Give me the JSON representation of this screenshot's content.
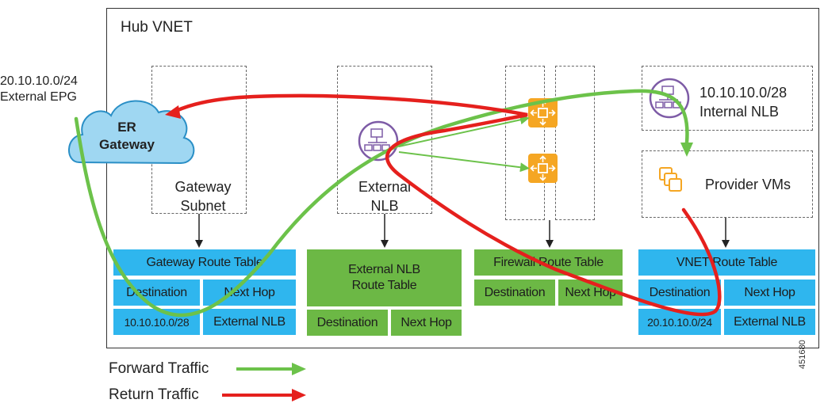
{
  "hub": {
    "title": "Hub VNET"
  },
  "external_epg": {
    "subnet": "20.10.10.0/24",
    "label": "External EPG"
  },
  "er_gateway": {
    "line1": "ER",
    "line2": "Gateway"
  },
  "gateway_subnet": {
    "line1": "Gateway",
    "line2": "Subnet"
  },
  "external_nlb": {
    "line1": "External",
    "line2": "NLB"
  },
  "internal_nlb": {
    "subnet": "10.10.10.0/28",
    "label": "Internal NLB"
  },
  "provider_vms": {
    "label": "Provider VMs"
  },
  "tables": {
    "gateway": {
      "title": "Gateway Route Table",
      "col1": "Destination",
      "col2": "Next Hop",
      "row_dest": "10.10.10.0/28",
      "row_hop": "External NLB"
    },
    "external_nlb": {
      "title_line1": "External NLB",
      "title_line2": "Route Table",
      "col1": "Destination",
      "col2": "Next Hop"
    },
    "firewall": {
      "title": "Firewall Route Table",
      "col1": "Destination",
      "col2": "Next Hop"
    },
    "vnet": {
      "title": "VNET Route Table",
      "col1": "Destination",
      "col2": "Next Hop",
      "row_dest": "20.10.10.0/24",
      "row_hop": "External NLB"
    }
  },
  "legend": {
    "forward": "Forward Traffic",
    "return": "Return Traffic"
  },
  "figure_id": "451680",
  "colors": {
    "forward": "#6cc24a",
    "return": "#e5201d",
    "table_blue": "#2fb6ee",
    "table_green": "#6cb845",
    "firewall_orange": "#f5a623",
    "nlb_purple": "#7d5ba6"
  }
}
